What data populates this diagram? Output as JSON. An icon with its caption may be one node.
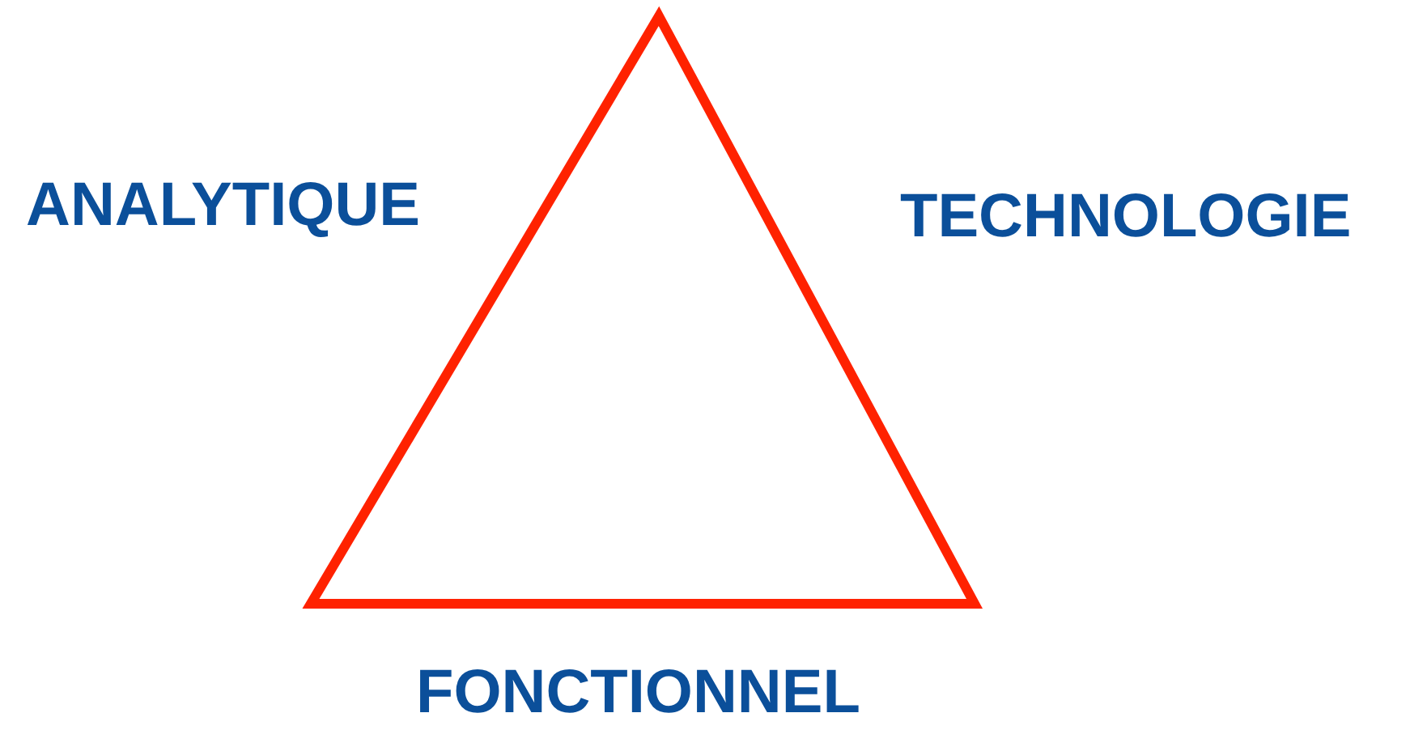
{
  "diagram": {
    "labels": [
      "ANALYTIQUE",
      "TECHNOLOGIE",
      "FONCTIONNEL"
    ]
  }
}
